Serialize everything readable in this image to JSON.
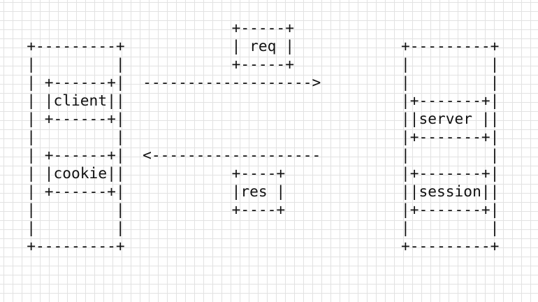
{
  "diagram": {
    "lines": [
      "                          +-----+",
      "   +---------+            | req |            +---------+",
      "   |         |            +-----+            |         |",
      "   | +------+|  ------------------->         |         |",
      "   | |client||                               |+-------+|",
      "   | +------+|                               ||server ||",
      "   |         |                               |+-------+|",
      "   | +------+|  <-------------------         |         |",
      "   | |cookie||            +----+             |+-------+|",
      "   | +------+|            |res |             ||session||",
      "   |         |            +----+             |+-------+|",
      "   |         |                               |         |",
      "   +---------+                               +---------+"
    ]
  }
}
